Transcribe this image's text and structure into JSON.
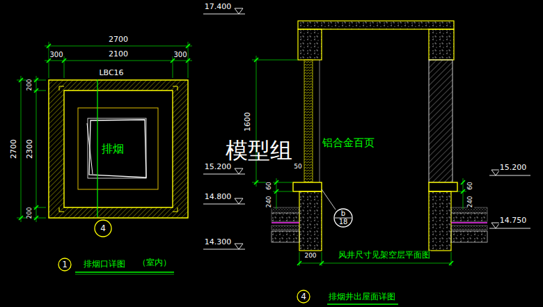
{
  "diagram": {
    "nodes": [
      {
        "text": [
          "4"
        ]
      },
      {
        "text": [
          "1"
        ]
      },
      {
        "text": [
          "b",
          "18"
        ]
      },
      {
        "text": [
          "4"
        ]
      }
    ],
    "labels": [
      "2700",
      "300",
      "2100",
      "300",
      "LBC16",
      "排烟",
      "2700",
      "200",
      "2300",
      "200",
      "排烟口详图",
      "（室内）",
      "17.400",
      "1600",
      "铝合金百页",
      "50",
      "15.200",
      "60",
      "240",
      "14.800",
      "14.300",
      "200",
      "风井尺寸见架空层平面图",
      "15.200",
      "60",
      "240",
      "14.750",
      "排烟井出屋面详图",
      "模型组"
    ]
  }
}
